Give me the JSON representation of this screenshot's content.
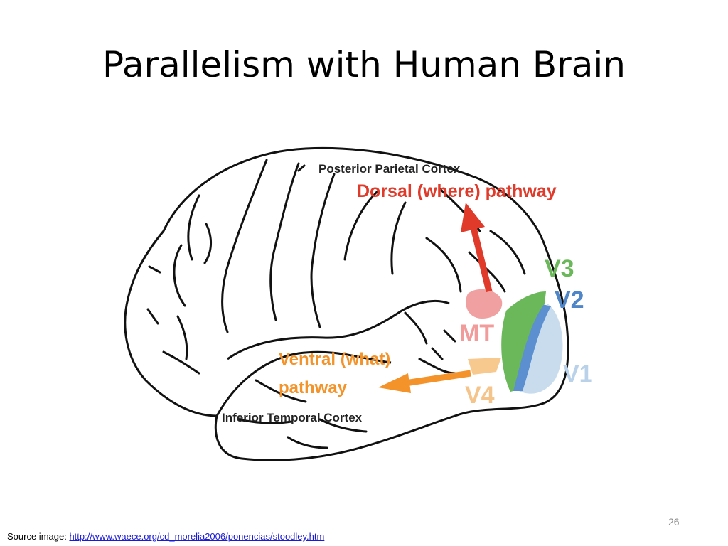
{
  "slide": {
    "title": "Parallelism with Human Brain",
    "slide_number": "26",
    "source_prefix": "Source image: ",
    "source_link": "http://www.waece.org/cd_morelia2006/ponencias/stoodley.htm"
  },
  "diagram": {
    "labels": {
      "posterior_parietal": "Posterior Parietal Cortex",
      "dorsal": "Dorsal (where) pathway",
      "ventral_line1": "Ventral (what)",
      "ventral_line2": "pathway",
      "inferior_temporal": "Inferior Temporal Cortex",
      "v1": "V1",
      "v2": "V2",
      "v3": "V3",
      "v4": "V4",
      "mt": "MT"
    },
    "colors": {
      "dorsal": "#e03a2a",
      "ventral": "#f3932a",
      "v1": "#c8dcee",
      "v2": "#5b8fd0",
      "v3": "#6ab85a",
      "v4": "#f7c98e",
      "mt": "#f0a0a0",
      "v1_label": "#b9d2ea",
      "v2_label": "#4f86c8",
      "v3_label": "#6ab85a",
      "v4_label": "#f4c48a",
      "mt_label": "#f29b9b"
    }
  }
}
